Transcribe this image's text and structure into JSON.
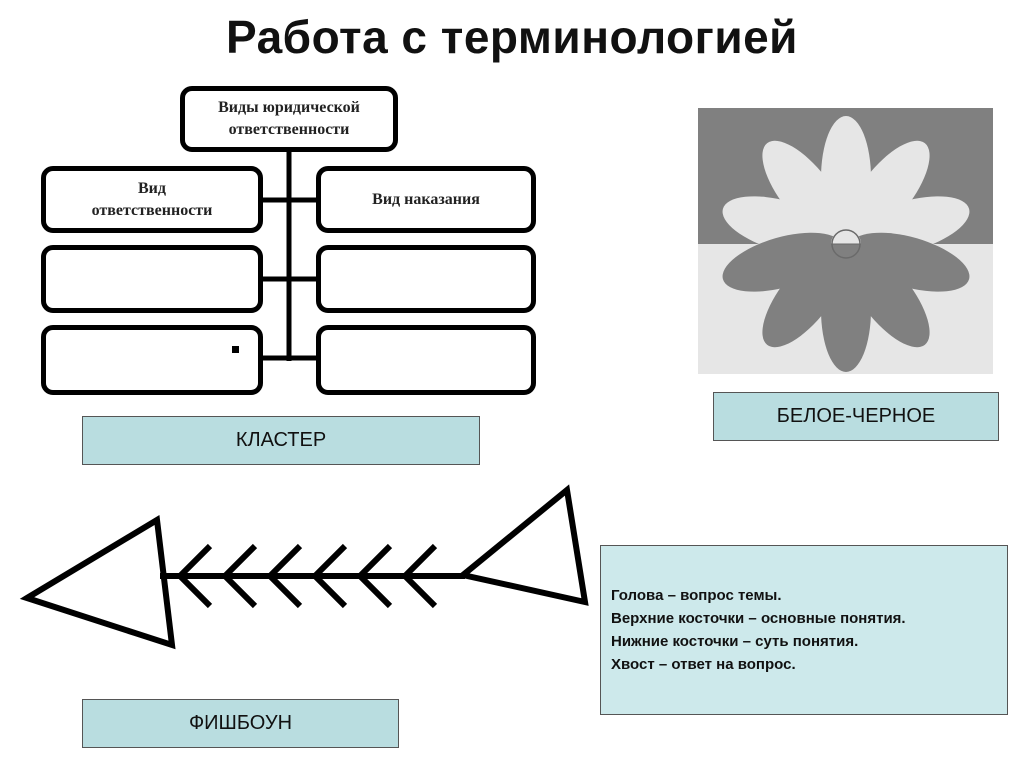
{
  "title": "Работа с терминологией",
  "cluster": {
    "top_box": "Виды юридической ответственности",
    "left_box_1": "Вид ответственности",
    "right_box_1": "Вид наказания",
    "label": "КЛАСТЕР"
  },
  "flower": {
    "label": "БЕЛОЕ-ЧЕРНОЕ"
  },
  "fishbone": {
    "label": "ФИШБОУН",
    "legend": [
      "Голова – вопрос темы.",
      "Верхние косточки – основные понятия.",
      "Нижние косточки – суть понятия.",
      "Хвост – ответ на вопрос."
    ]
  }
}
